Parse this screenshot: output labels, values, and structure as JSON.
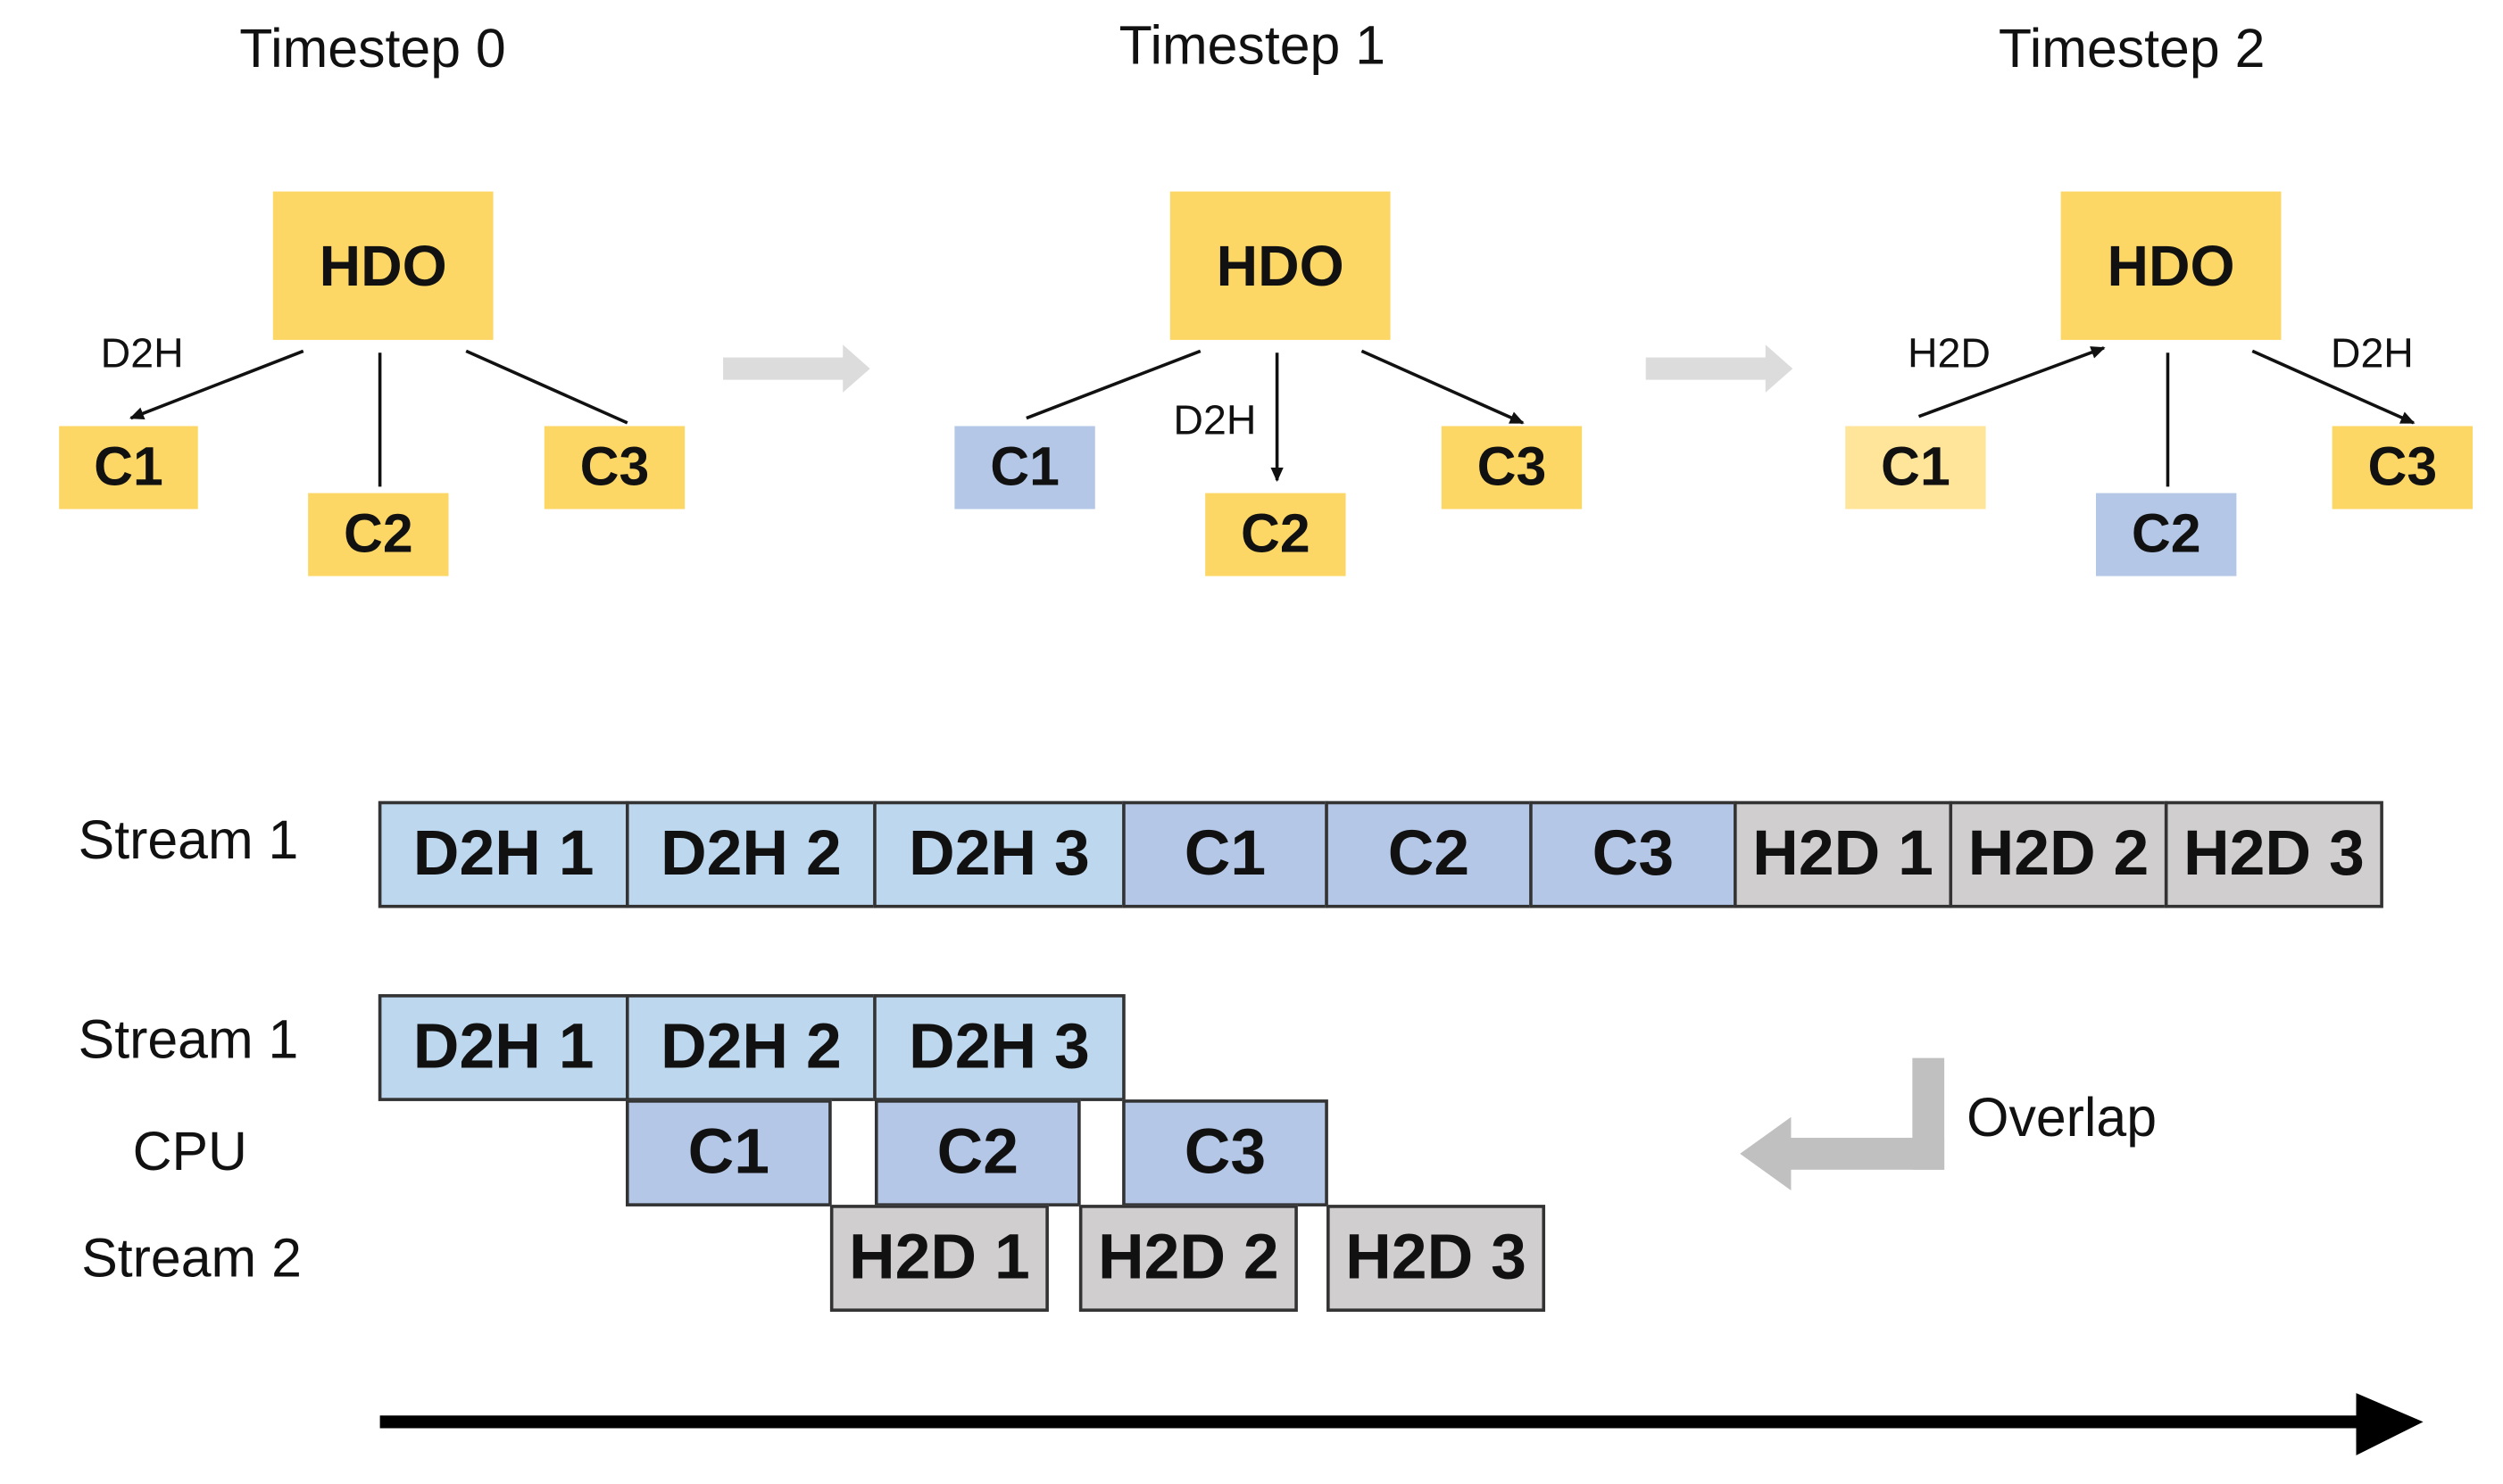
{
  "timesteps": [
    {
      "title": "Timestep 0",
      "hdo": "HDO",
      "c1": "C1",
      "c2": "C2",
      "c3": "C3",
      "labels": [
        "D2H"
      ]
    },
    {
      "title": "Timestep 1",
      "hdo": "HDO",
      "c1": "C1",
      "c2": "C2",
      "c3": "C3",
      "labels": [
        "D2H"
      ]
    },
    {
      "title": "Timestep 2",
      "hdo": "HDO",
      "c1": "C1",
      "c2": "C2",
      "c3": "C3",
      "labels": [
        "H2D",
        "D2H"
      ]
    }
  ],
  "sequential": {
    "label": "Stream 1",
    "blocks": [
      "D2H 1",
      "D2H 2",
      "D2H 3",
      "C1",
      "C2",
      "C3",
      "H2D 1",
      "H2D 2",
      "H2D 3"
    ]
  },
  "pipelined": {
    "stream1": {
      "label": "Stream 1",
      "blocks": [
        "D2H 1",
        "D2H 2",
        "D2H 3"
      ]
    },
    "cpu": {
      "label": "CPU",
      "blocks": [
        "C1",
        "C2",
        "C3"
      ]
    },
    "stream2": {
      "label": "Stream 2",
      "blocks": [
        "H2D 1",
        "H2D 2",
        "H2D 3"
      ]
    }
  },
  "overlap_label": "Overlap",
  "colors": {
    "hdo_yellow": "#fdd766",
    "light_yellow": "#ffe59a",
    "node_blue": "#b4c7e7",
    "d2h_block": "#bdd7ee",
    "cpu_block": "#b4c7e7",
    "h2d_block": "#d0cece",
    "arrow_gray": "#d9d9d9"
  }
}
